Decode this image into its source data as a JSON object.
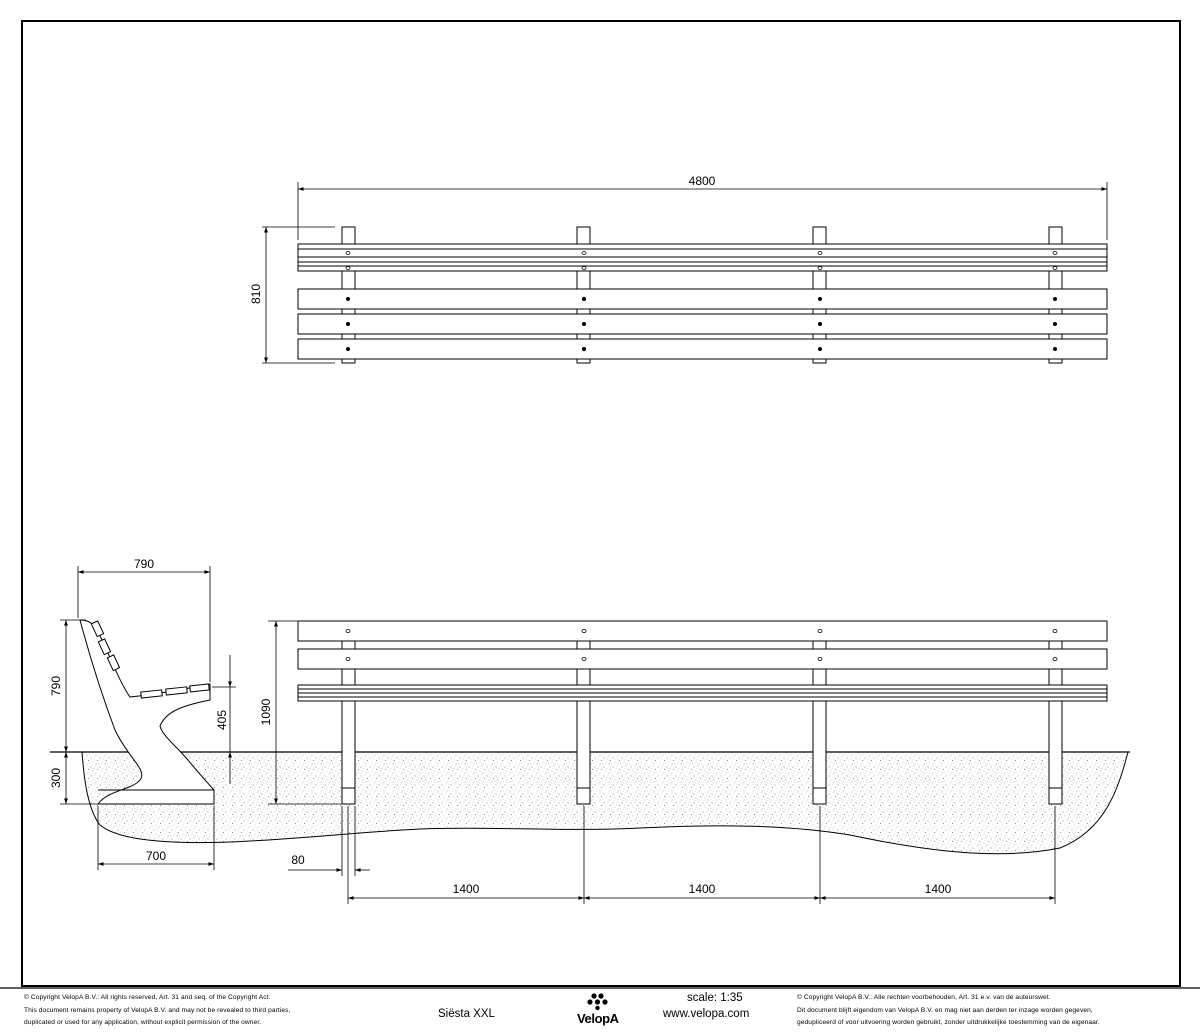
{
  "dimensions": {
    "top_length": "4800",
    "top_height": "810",
    "side_depth": "790",
    "side_height": "790",
    "seat_height": "405",
    "underground": "300",
    "foot_length": "700",
    "total_height": "1090",
    "post_width": "80",
    "spacing_1": "1400",
    "spacing_2": "1400",
    "spacing_3": "1400"
  },
  "footer": {
    "copyright_en_1": "© Copyright VelopA B.V.: All rights reserved, Art. 31 and seq. of the Copyright Act.",
    "copyright_en_2": "This document remains property of VelopA B.V. and may not be revealed to third parties,",
    "copyright_en_3": "duplicated or used for any application, without explicit permission of the owner.",
    "product_name": "Siësta XXL",
    "brand": "VelopA",
    "scale": "scale: 1:35",
    "website": "www.velopa.com",
    "copyright_nl_1": "© Copyright VelopA B.V.: Alle rechten voorbehouden, Art. 31 e.v. van de auteurswet.",
    "copyright_nl_2": "Dit document blijft eigendom van VelopA B.V. en mag niet aan derden ter inzage worden gegeven,",
    "copyright_nl_3": "gedupliceerd of voor uitvoering worden gebruikt, zonder uitdrukkelijke toestemming van de eigenaar."
  }
}
